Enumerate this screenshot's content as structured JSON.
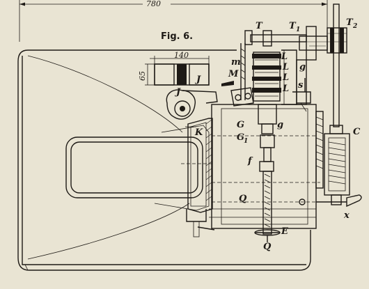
{
  "figure": {
    "title": "Fig. 6.",
    "dimensions": {
      "overall_width": "780",
      "pulley_width": "140",
      "pulley_height": "65"
    },
    "labels": {
      "T": "T",
      "T1": "T",
      "T1_sub": "1",
      "T2": "T",
      "T2_sub": "2",
      "m": "m",
      "M": "M",
      "L": "L",
      "L1": "L",
      "L2": "L",
      "L3": "L",
      "g_top": "g",
      "s": "s",
      "J_left": "J",
      "J_right": "J",
      "K": "K",
      "G": "G",
      "g_mid": "g",
      "G1": "G",
      "G1_sub": "1",
      "C": "C",
      "f": "f",
      "Q_mid": "Q",
      "Q_bottom": "Q",
      "E": "E",
      "x": "x"
    }
  },
  "colors": {
    "paper": "#e9e4d3",
    "ink": "#1e1a16"
  }
}
